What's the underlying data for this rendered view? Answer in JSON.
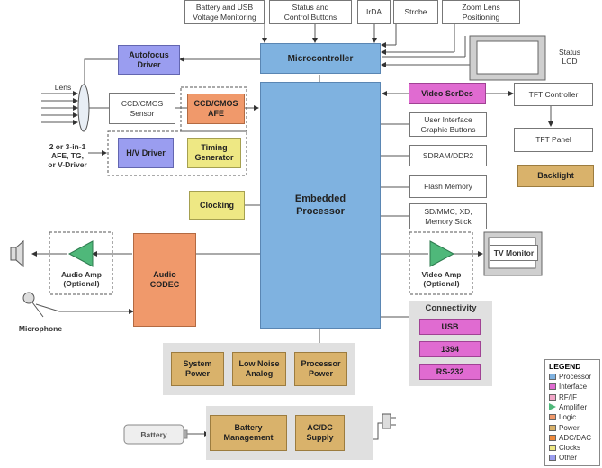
{
  "blocks": {
    "battery_usb": "Battery and USB\nVoltage Monitoring",
    "status_buttons": "Status and\nControl Buttons",
    "irda": "IrDA",
    "strobe": "Strobe",
    "zoom": "Zoom Lens\nPositioning",
    "status_lcd": "Status\nLCD",
    "autofocus": "Autofocus\nDriver",
    "microcontroller": "Microcontroller",
    "lens": "Lens",
    "ccd_sensor": "CCD/CMOS\nSensor",
    "ccd_afe": "CCD/CMOS\nAFE",
    "hv_driver": "H/V Driver",
    "timing": "Timing\nGenerator",
    "afe_note": "2 or 3-in-1\nAFE, TG,\nor V-Driver",
    "embedded": "Embedded\nProcessor",
    "clocking": "Clocking",
    "video_serdes": "Video SerDes",
    "tft_controller": "TFT Controller",
    "tft_panel": "TFT Panel",
    "backlight": "Backlight",
    "ui_buttons": "User Interface\nGraphic Buttons",
    "sdram": "SDRAM/DDR2",
    "flash": "Flash Memory",
    "sd_card": "SD/MMC, XD,\nMemory Stick",
    "video_amp": "Video Amp\n(Optional)",
    "tv_monitor": "TV Monitor",
    "audio_amp": "Audio Amp\n(Optional)",
    "audio_codec": "Audio\nCODEC",
    "microphone": "Microphone",
    "connectivity": "Connectivity",
    "usb": "USB",
    "ieee1394": "1394",
    "rs232": "RS-232",
    "system_power": "System\nPower",
    "low_noise": "Low Noise\nAnalog",
    "processor_power": "Processor\nPower",
    "battery": "Battery",
    "battery_mgmt": "Battery\nManagement",
    "acdc": "AC/DC\nSupply"
  },
  "legend": {
    "title": "LEGEND",
    "items": [
      {
        "label": "Processor",
        "color": "#7fb2e0"
      },
      {
        "label": "Interface",
        "color": "#e06bd1"
      },
      {
        "label": "RF/IF",
        "color": "#f2a6c8"
      },
      {
        "label": "Amplifier",
        "color": "#4fb87a"
      },
      {
        "label": "Logic",
        "color": "#f0996b"
      },
      {
        "label": "Power",
        "color": "#d9b26b"
      },
      {
        "label": "ADC/DAC",
        "color": "#f08a3c"
      },
      {
        "label": "Clocks",
        "color": "#eee884"
      },
      {
        "label": "Other",
        "color": "#9a9df0"
      }
    ]
  }
}
